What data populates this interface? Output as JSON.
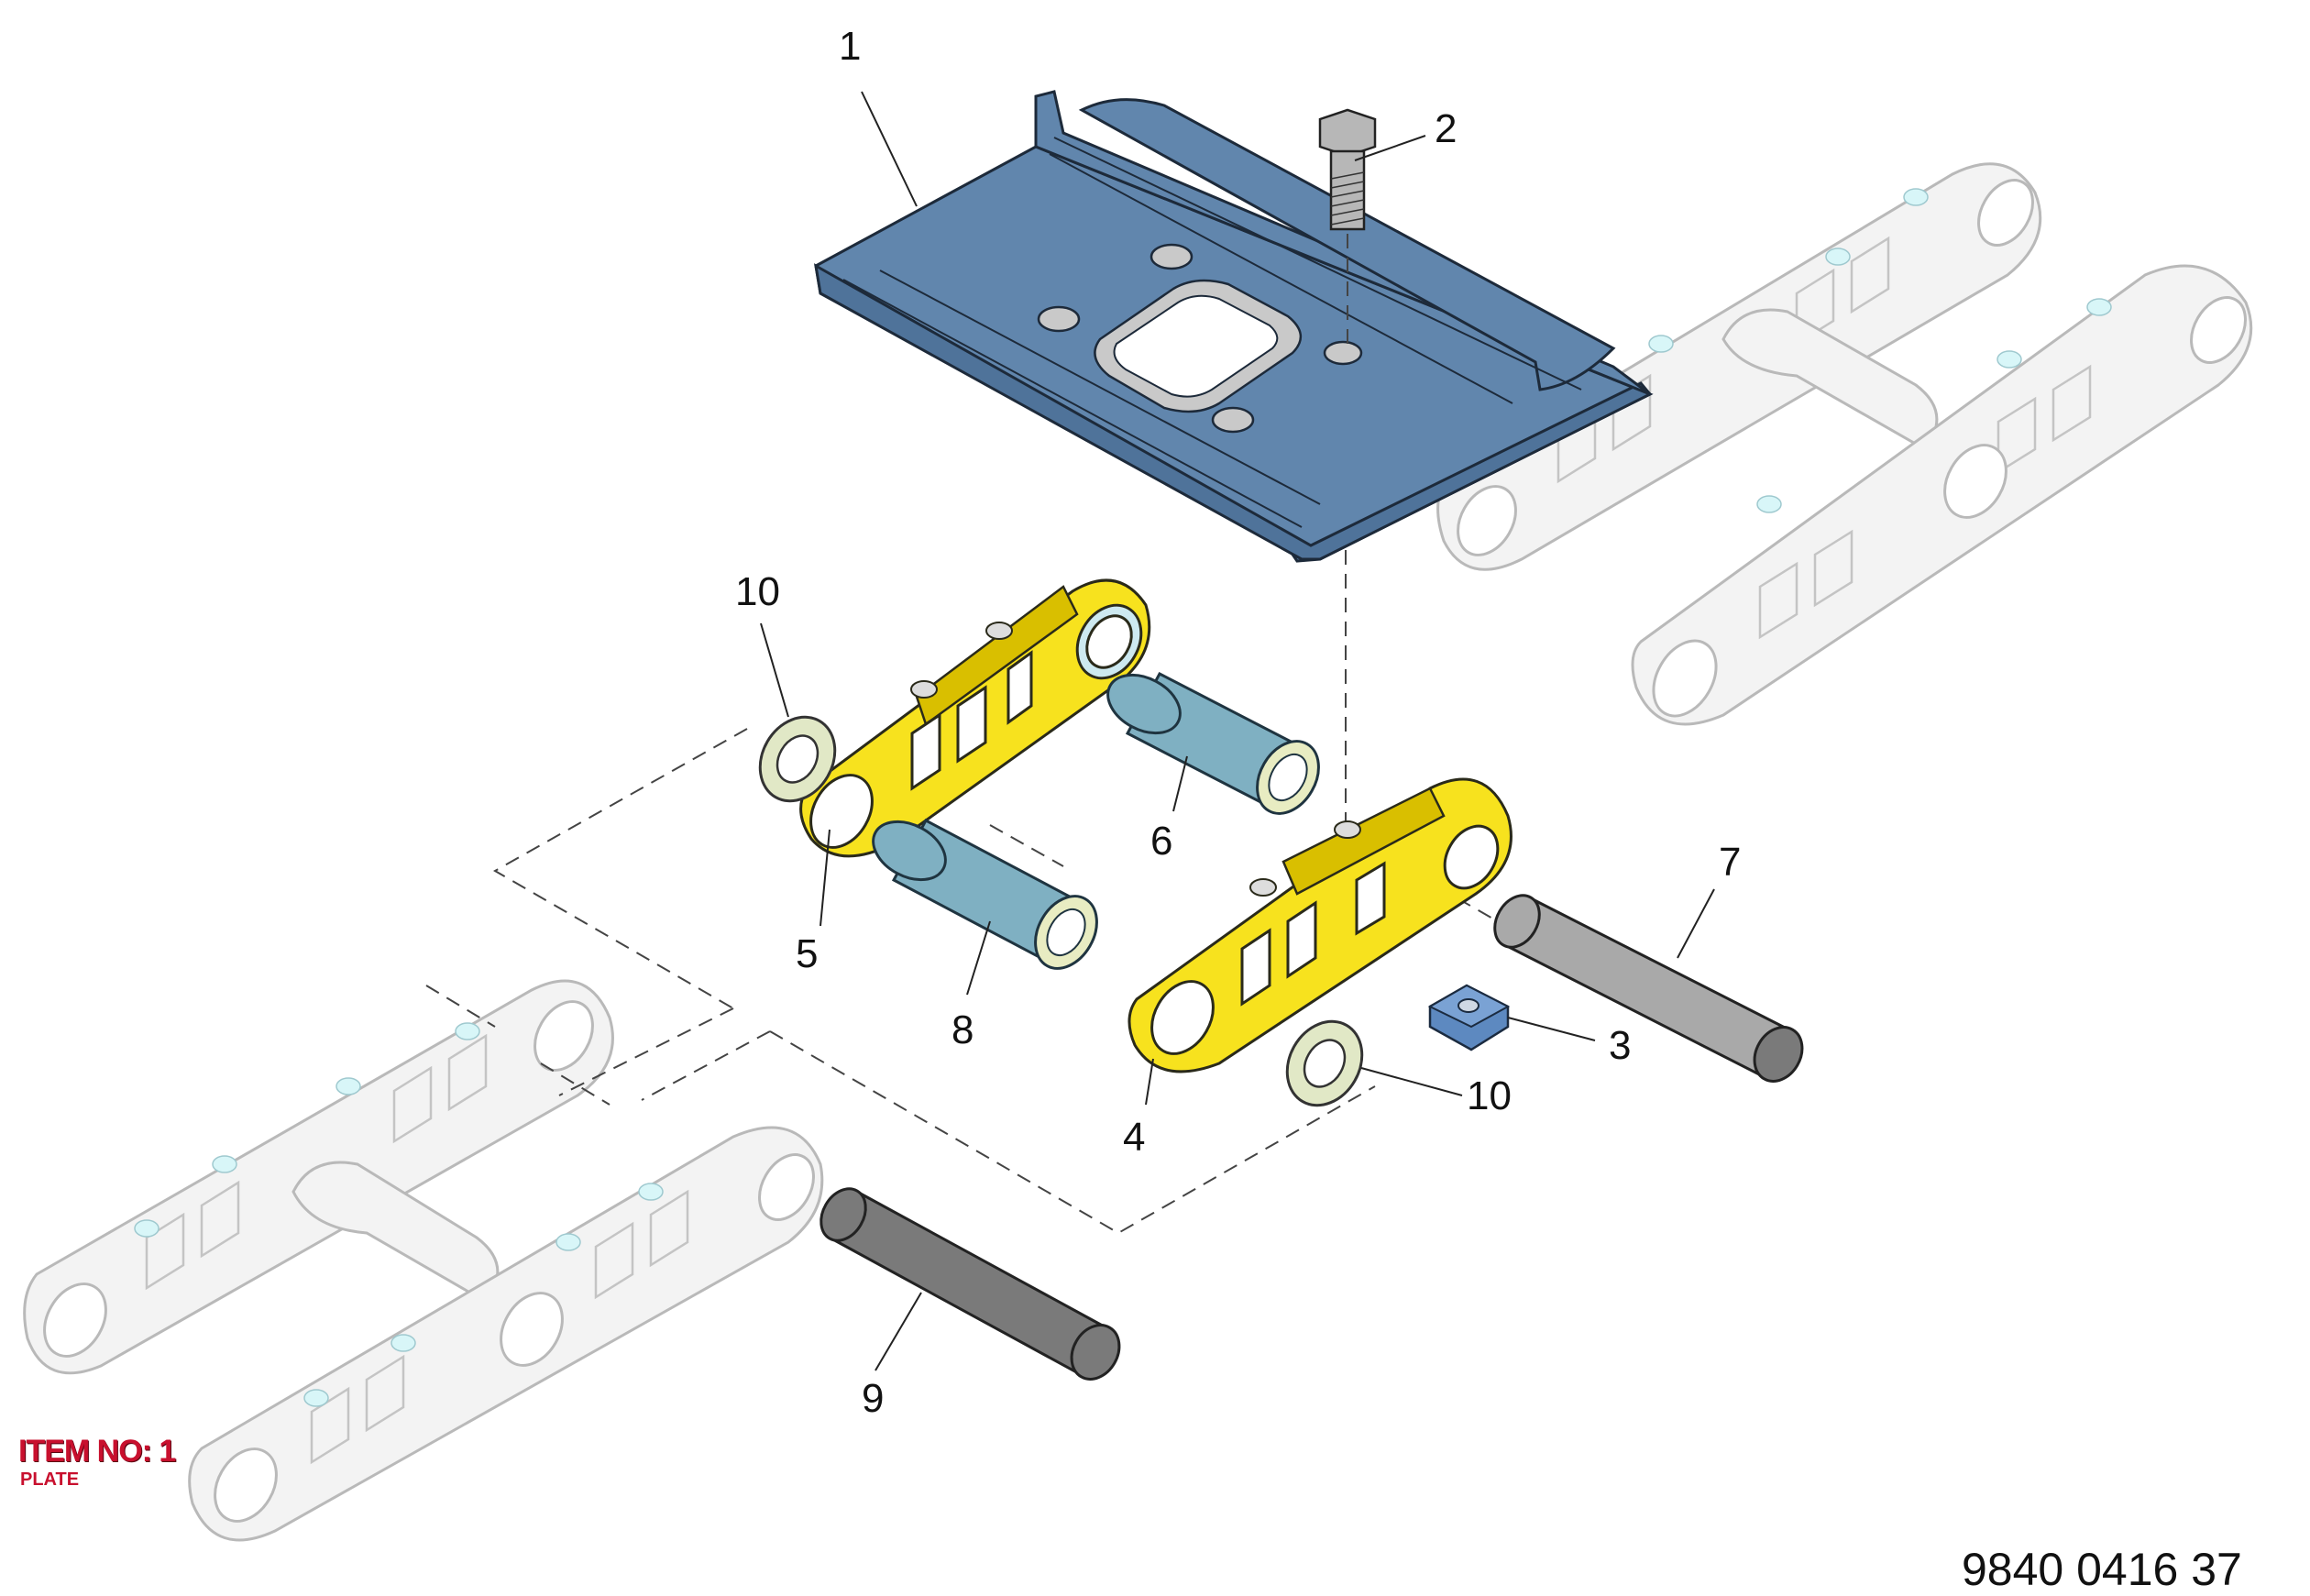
{
  "diagram": {
    "callouts": [
      {
        "id": "c1",
        "text": "1"
      },
      {
        "id": "c2",
        "text": "2"
      },
      {
        "id": "c3",
        "text": "3"
      },
      {
        "id": "c4",
        "text": "4"
      },
      {
        "id": "c5",
        "text": "5"
      },
      {
        "id": "c6",
        "text": "6"
      },
      {
        "id": "c7",
        "text": "7"
      },
      {
        "id": "c8",
        "text": "8"
      },
      {
        "id": "c9",
        "text": "9"
      },
      {
        "id": "c10a",
        "text": "10"
      },
      {
        "id": "c10b",
        "text": "10"
      }
    ],
    "highlight": {
      "item_no": "ITEM NO: 1",
      "item_name": "PLATE"
    },
    "drawing_number": "9840 0416 37",
    "colors": {
      "plate": "#6186ad",
      "link": "#f7e21e",
      "bushing": "#7fb0c2",
      "pin": "#a9a9a9",
      "washer": "#e1e8c6",
      "nut": "#5d89c0",
      "ghost_chain": "#f3f3f3",
      "highlight_text": "#c8102e"
    }
  }
}
